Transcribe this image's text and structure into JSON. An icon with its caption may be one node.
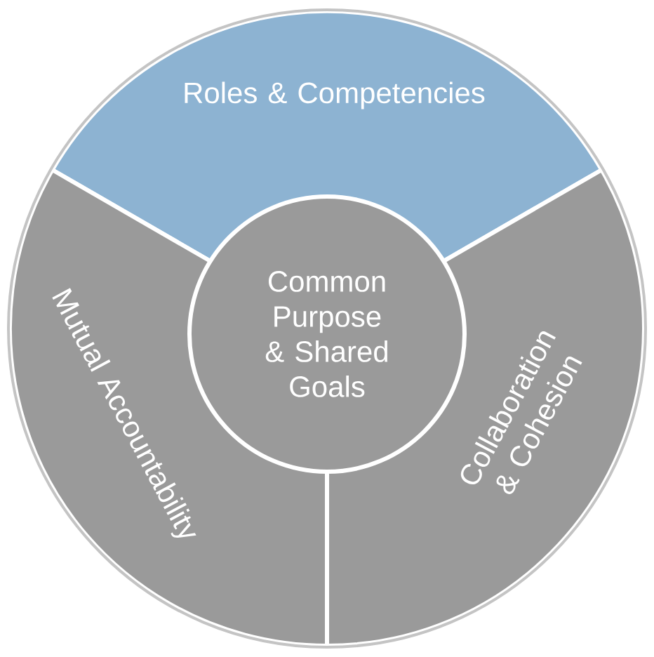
{
  "diagram": {
    "nodes": [
      {
        "text": [
          "Roles & Competencies"
        ]
      },
      {
        "text": [
          "Mutual Accountability"
        ]
      },
      {
        "text": [
          "Collaboration & Cohesion"
        ]
      },
      {
        "text": [
          "Common Purpose & Shared Goals"
        ]
      }
    ]
  }
}
